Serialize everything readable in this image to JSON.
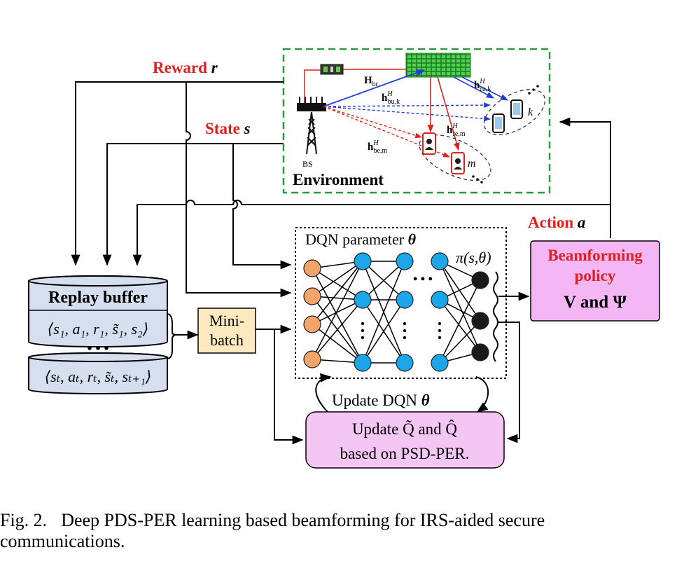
{
  "labels": {
    "reward": "Reward",
    "reward_var": "r",
    "state": "State",
    "state_var": "s",
    "action": "Action",
    "action_var": "a",
    "environment": "Environment",
    "bs": "BS",
    "h_br": "H",
    "h_br_sub": "br",
    "h_bu": "h",
    "h_bu_sup": "H",
    "h_bu_sub": "bu,k",
    "h_ru": "h",
    "h_ru_sup": "H",
    "h_ru_sub": "ru,k",
    "h_re": "h",
    "h_re_sup": "H",
    "h_re_sub": "re,m",
    "h_be": "h",
    "h_be_sup": "H",
    "h_be_sub": "be,m",
    "user_k": "k",
    "eve_m": "m",
    "dqn_param": "DQN parameter",
    "dqn_theta": "θ",
    "policy_out": "π(s,θ)",
    "beam_title_1": "Beamforming",
    "beam_title_2": "policy",
    "beam_vars": "V and Ψ",
    "replay_title": "Replay buffer",
    "tuple_first": "⟨s₁, a₁, r₁, s̃₁, s₂⟩",
    "tuple_dots": "• • •",
    "tuple_last": "⟨sₜ, aₜ, rₜ, s̃ₜ, sₜ₊₁⟩",
    "minibatch_1": "Mini-",
    "minibatch_2": "batch",
    "update_dqn": "Update DQN",
    "update_dqn_theta": "θ",
    "update_q_1": "Update Q̃ and Q̂",
    "update_q_2": "based on PSD-PER."
  },
  "caption": {
    "label": "Fig. 2.",
    "text": "Deep PDS-PER learning based beamforming for IRS-aided secure",
    "text2": "communications."
  },
  "colors": {
    "irs_green": "#3cb043",
    "env_border": "#2a9d3a",
    "red_label": "#e0201c",
    "blue_link": "#1f3fd6",
    "red_link": "#e0201c",
    "input_node": "#f2a46b",
    "hidden_node": "#1aa6e8",
    "output_node": "#1a1a1a",
    "beam_box": "#f4b6f4",
    "update_box": "#f4c6f4",
    "minibatch_box": "#fde9c0",
    "buffer_fill": "#d6dff0"
  }
}
